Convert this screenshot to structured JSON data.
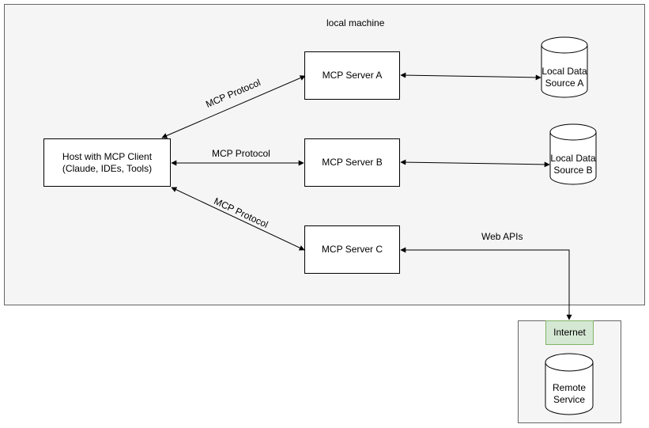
{
  "regions": {
    "local_machine_label": "local machine"
  },
  "nodes": {
    "host": "Host with MCP Client\n(Claude, IDEs, Tools)",
    "server_a": "MCP Server A",
    "server_b": "MCP Server B",
    "server_c": "MCP Server C",
    "data_source_a": "Local Data\nSource A",
    "data_source_b": "Local Data\nSource B",
    "internet": "Internet",
    "remote_service": "Remote\nService"
  },
  "edges": {
    "host_server_a_label": "MCP Protocol",
    "host_server_b_label": "MCP Protocol",
    "host_server_c_label": "MCP Protocol",
    "server_c_internet_label": "Web APIs"
  },
  "colors": {
    "region_fill": "#f5f5f5",
    "region_border": "#666666",
    "internet_fill": "#d5e8d4",
    "internet_border": "#82b366",
    "stroke": "#000000"
  }
}
